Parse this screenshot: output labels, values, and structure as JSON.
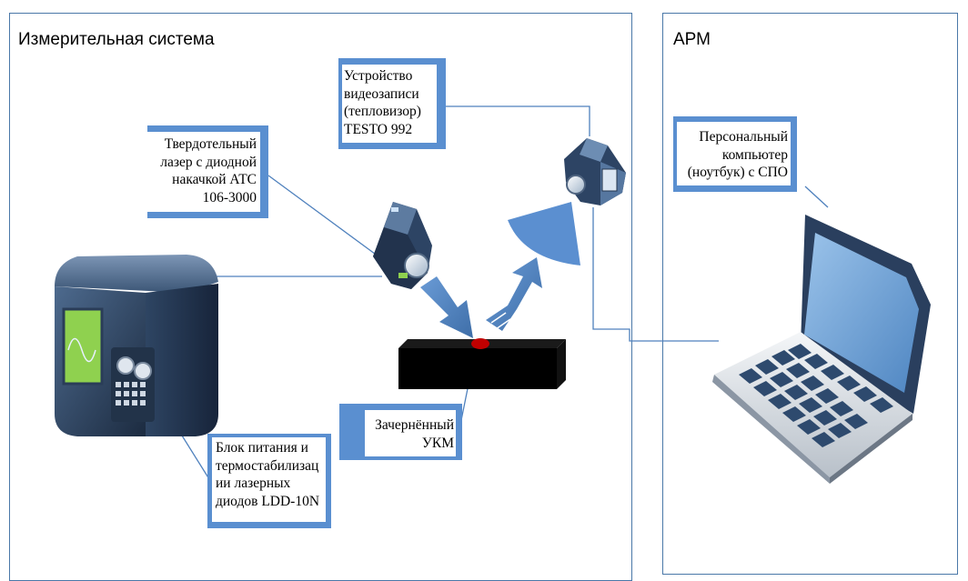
{
  "frames": {
    "measurement": {
      "title": "Измерительная система"
    },
    "workstation": {
      "title": "АРМ"
    }
  },
  "callouts": {
    "laser": "Твердотельный\nлазер с диодной\nнакачкой АТС\n106-3000",
    "camera": "Устройство\nвидеозаписи\n(тепловизор)\nTESTO 992",
    "pc": "Персональный\nкомпьютер\n(ноутбук) с СПО",
    "ukm": "Зачернённый\nУКМ",
    "power": "Блок питания и\nтермостабилизац\nии лазерных\nдиодов LDD-10N"
  },
  "icons": {
    "power_supply": "power-supply-icon",
    "laser": "laser-projector-icon",
    "camera": "thermal-camera-icon",
    "laptop": "laptop-icon",
    "sample": "sample-block-icon"
  },
  "colors": {
    "frame": "#4a78a8",
    "callout_border": "#5a8fd0",
    "connector": "#4f81bd",
    "arrow": "#4a7fc1",
    "device_dark": "#24364e",
    "screen_green": "#8fd14f",
    "sample_spot": "#c00000"
  }
}
